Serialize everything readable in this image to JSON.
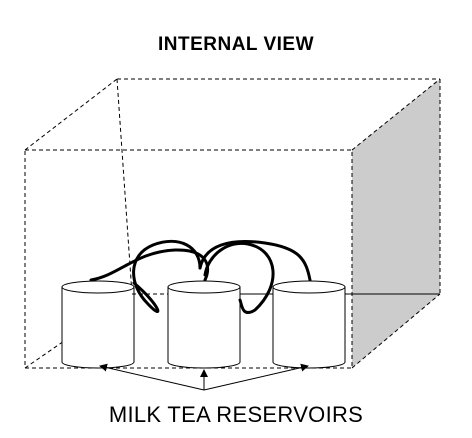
{
  "title": "INTERNAL VIEW",
  "caption": "MILK TEA RESERVOIRS",
  "colors": {
    "line": "#000000",
    "shaded_face": "#cccccc",
    "background": "#ffffff"
  },
  "reservoirs": [
    {
      "name": "reservoir-left"
    },
    {
      "name": "reservoir-center"
    },
    {
      "name": "reservoir-right"
    }
  ]
}
